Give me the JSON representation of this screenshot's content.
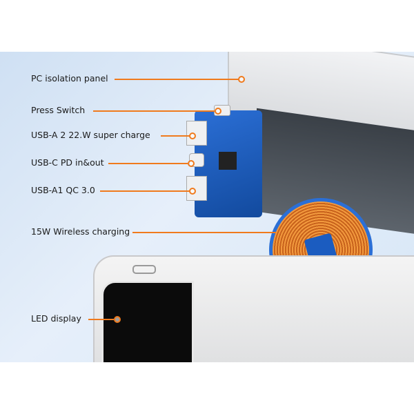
{
  "labels": {
    "pc_isolation_panel": "PC isolation panel",
    "press_switch": "Press Switch",
    "usb_a2": "USB-A 2 22.W  super charge",
    "usb_c": "USB-C PD in&out",
    "usb_a1": "USB-A1 QC 3.0",
    "wireless": "15W Wireless charging",
    "led": "LED  display"
  },
  "colors": {
    "accent": "#f07a1c",
    "pcb": "#2b6fd6"
  }
}
